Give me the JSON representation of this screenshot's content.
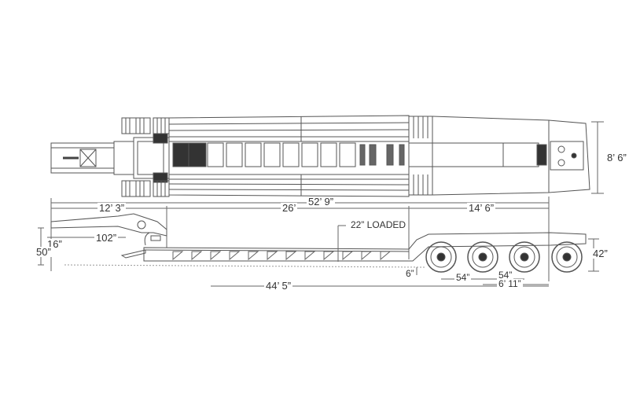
{
  "diagram": {
    "title": "Lowboy trailer dimensional drawing",
    "views": [
      "top-view",
      "side-view"
    ],
    "colors": {
      "line": "#555555",
      "dark_fill": "#333333",
      "background": "#ffffff",
      "text": "#333333"
    }
  },
  "dimensions": {
    "overall_width": "8’ 6”",
    "overall_length": "52’ 9”",
    "gooseneck_length": "12’ 3”",
    "deck_length": "26’",
    "rear_section_length": "14’ 6”",
    "loaded_deck_height": "22” LOADED",
    "gooseneck_inner": "102”",
    "kingpin_offset": "16”",
    "fifth_wheel_height": "50”",
    "ground_clearance": "6”",
    "axle_spacing_1": "54”",
    "axle_spacing_2": "54”",
    "axle_spacing_3": "6’ 11”",
    "rear_deck_height": "42”",
    "swing_clearance": "44’ 5”"
  }
}
